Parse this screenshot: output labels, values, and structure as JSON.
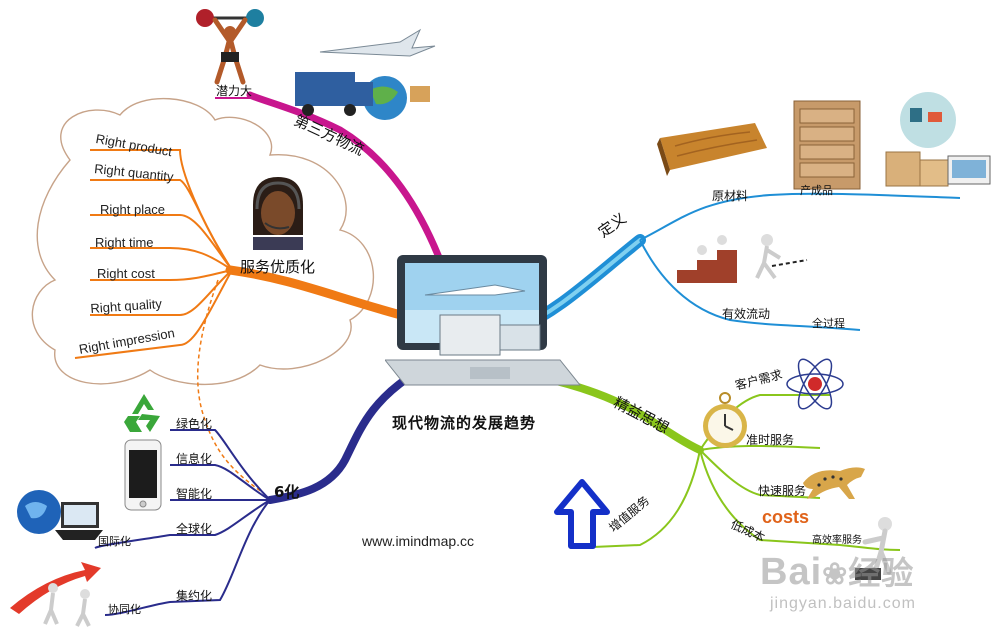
{
  "central": {
    "title": "现代物流的发展趋势"
  },
  "url": "www.imindmap.cc",
  "watermark": {
    "brand": "Bai",
    "brand_cn": "经验",
    "domain": "jingyan.baidu.com"
  },
  "colors": {
    "service": "#f07a14",
    "third_party": "#c8168e",
    "definition": "#1f8fd6",
    "six": "#2a2c8c",
    "lean": "#8ac61c"
  },
  "branches": {
    "third_party": {
      "label": "第三方物流",
      "child": "潜力大"
    },
    "service": {
      "label": "服务优质化",
      "items": [
        "Right product",
        "Right quantity",
        "Right place",
        "Right time",
        "Right cost",
        "Right quality",
        "Right impression"
      ]
    },
    "definition": {
      "label": "定义",
      "raw_material": "原材料",
      "product": "产成品",
      "flow": "有效流动",
      "process": "全过程"
    },
    "six": {
      "label": "6化",
      "items": [
        "绿色化",
        "信息化",
        "智能化",
        "全球化",
        "集约化"
      ],
      "sub_global": "国际化",
      "sub_collab": "协同化"
    },
    "lean": {
      "label": "精益思想",
      "items": [
        "客户需求",
        "准时服务",
        "快速服务",
        "低成本",
        "增值服务"
      ],
      "sub_efficiency": "高效率服务",
      "costs_word": "costs"
    }
  }
}
